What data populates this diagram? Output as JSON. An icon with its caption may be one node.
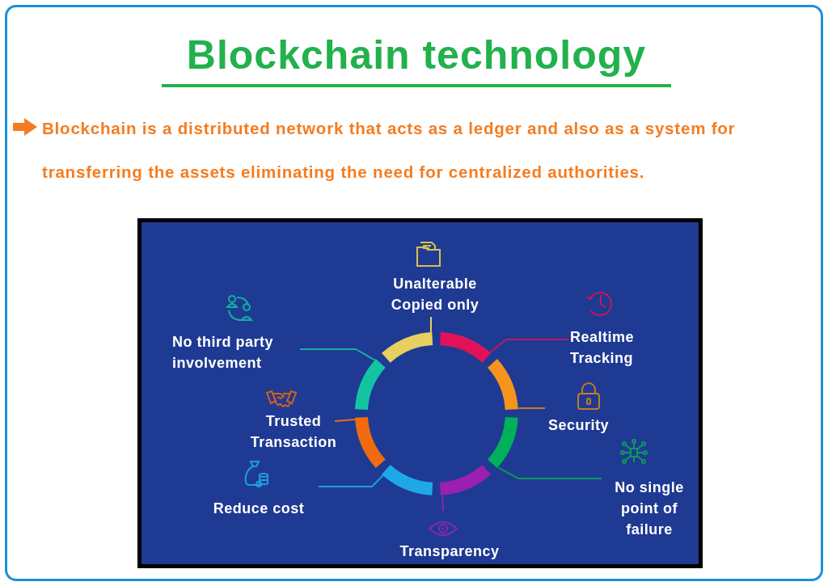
{
  "diagram": {
    "title": "Blockchain technology",
    "nodes": [
      {
        "text": [
          "Unalterable Copied only"
        ]
      },
      {
        "text": [
          "Realtime Tracking"
        ]
      },
      {
        "text": [
          "Security"
        ]
      },
      {
        "text": [
          "No single point of failure"
        ]
      },
      {
        "text": [
          "Transparency"
        ]
      },
      {
        "text": [
          "Reduce cost"
        ]
      },
      {
        "text": [
          "Trusted Transaction"
        ]
      },
      {
        "text": [
          "No third party involvement"
        ]
      },
      {
        "text": [],
        "shape": "arc"
      },
      {
        "text": [],
        "shape": "arc"
      },
      {
        "text": [],
        "shape": "arc"
      },
      {
        "text": [],
        "shape": "arc"
      },
      {
        "text": [],
        "shape": "arc"
      },
      {
        "text": [],
        "shape": "arc"
      },
      {
        "text": [],
        "shape": "arc"
      },
      {
        "text": [],
        "shape": "arc"
      }
    ],
    "edges": [
      {
        "from": 0,
        "to": 15,
        "arrow": "none",
        "color": "#e8d060"
      },
      {
        "from": 1,
        "to": 8,
        "arrow": "none",
        "color": "#c2185b"
      },
      {
        "from": 2,
        "to": 9,
        "arrow": "none",
        "color": "#c77a20"
      },
      {
        "from": 3,
        "to": 10,
        "arrow": "none",
        "color": "#0a9a5a"
      },
      {
        "from": 4,
        "to": 11,
        "arrow": "none",
        "color": "#8e24aa"
      },
      {
        "from": 5,
        "to": 12,
        "arrow": "none",
        "color": "#1f9ee0"
      },
      {
        "from": 6,
        "to": 13,
        "arrow": "none",
        "color": "#f26a10"
      },
      {
        "from": 7,
        "to": 14,
        "arrow": "none",
        "color": "#13b0a0"
      }
    ],
    "labels": [
      "**Blockchain** is a distributed network that acts as a ledger and also as a system for transferring the assets eliminating the need for centralized authorities."
    ]
  }
}
